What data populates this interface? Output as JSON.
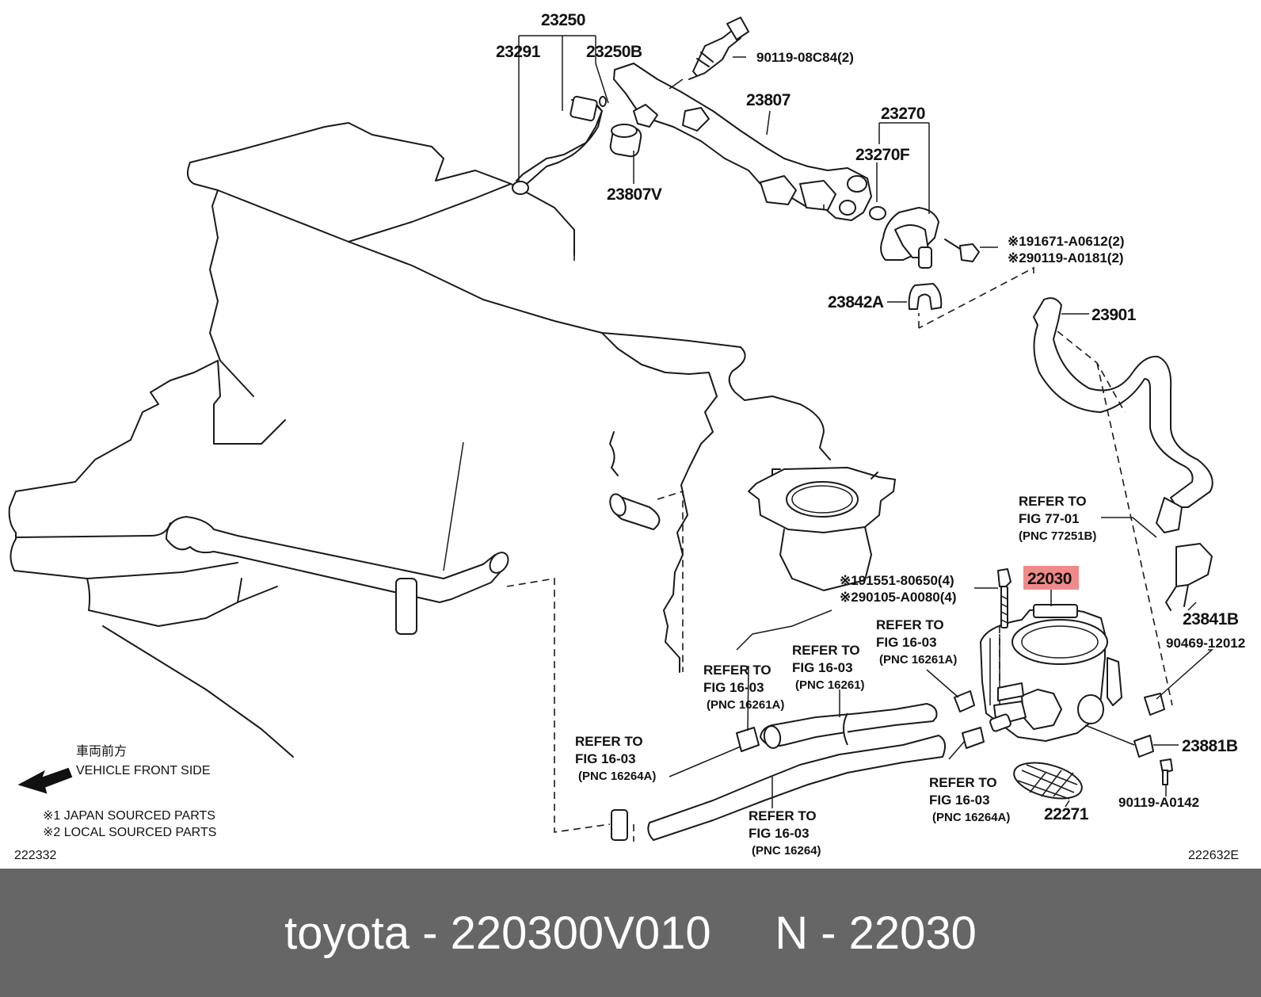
{
  "diagram": {
    "part_labels": {
      "p23250": "23250",
      "p23291": "23291",
      "p23250b": "23250B",
      "p90119_08c84": "90119-08C84(2)",
      "p23807": "23807",
      "p23807v": "23807V",
      "p23270": "23270",
      "p23270f": "23270F",
      "p191671": "※191671-A0612(2)",
      "p290119": "※290119-A0181(2)",
      "p23842a": "23842A",
      "p23901": "23901",
      "p22030": "22030",
      "p191551": "※191551-80650(4)",
      "p290105": "※290105-A0080(4)",
      "p23841b": "23841B",
      "p90469": "90469-12012",
      "p23881b": "23881B",
      "p90119_a0142": "90119-A0142",
      "p22271": "22271"
    },
    "refs": [
      {
        "l1": "REFER TO",
        "l2": "FIG 77-01",
        "pnc": "(PNC 77251B)"
      },
      {
        "l1": "REFER TO",
        "l2": "FIG 16-03",
        "pnc": "(PNC 16261A)"
      },
      {
        "l1": "REFER TO",
        "l2": "FIG 16-03",
        "pnc": "(PNC 16261)"
      },
      {
        "l1": "REFER TO",
        "l2": "FIG 16-03",
        "pnc": "(PNC 16261A)"
      },
      {
        "l1": "REFER TO",
        "l2": "FIG 16-03",
        "pnc": "(PNC 16264A)"
      },
      {
        "l1": "REFER TO",
        "l2": "FIG 16-03",
        "pnc": "(PNC 16264A)"
      },
      {
        "l1": "REFER TO",
        "l2": "FIG 16-03",
        "pnc": "(PNC 16264)"
      }
    ],
    "direction_jp": "車両前方",
    "direction_en": "VEHICLE FRONT SIDE",
    "note1": "※1 JAPAN SOURCED PARTS",
    "note2": "※2 LOCAL SOURCED PARTS",
    "code_left": "222332",
    "code_right": "222632E",
    "highlight_color": "#f08a8a"
  },
  "footer": {
    "text": "toyota - 220300V010     N - 22030"
  }
}
